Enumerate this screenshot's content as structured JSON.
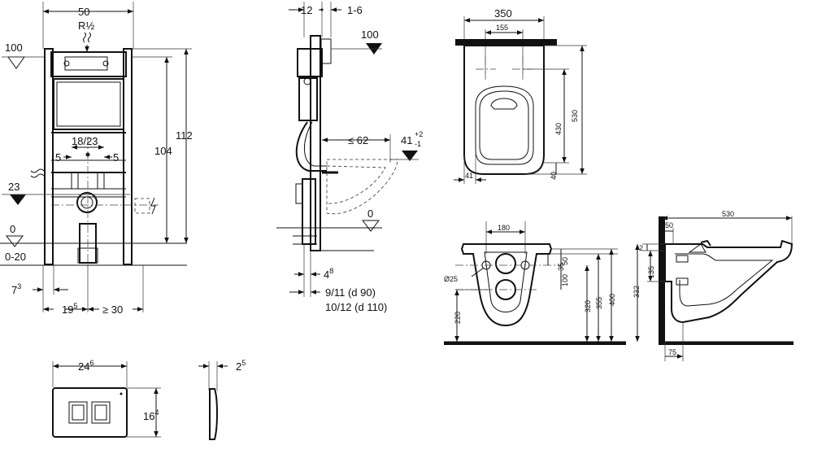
{
  "frame_front": {
    "width": "50",
    "thread": "R½",
    "level_100": "100",
    "level_0": "0",
    "level_range": "0-20",
    "level_23": "23",
    "height_total": "112",
    "height_inner": "104",
    "bolt_spacing": "18/23",
    "bolt_offset_left": "5",
    "bolt_offset_right": "5",
    "foot_offset_main": "7",
    "foot_offset_sup": "3",
    "drain_offset_main": "19",
    "drain_offset_sup": "5",
    "min_width": "≥ 30"
  },
  "frame_side": {
    "depth": "12",
    "adjust": "1-6",
    "level_100": "100",
    "reach": "≤ 62",
    "level_41_main": "41",
    "level_41_tol_plus": "+2",
    "level_41_tol_minus": "-1",
    "level_0": "0",
    "gap_main": "4",
    "gap_sup": "8",
    "pipe_a": "9/11  (d 90)",
    "pipe_b": "10/12 (d 110)"
  },
  "bowl_top": {
    "width": "350",
    "hole_spacing": "155",
    "length": "530",
    "hole_to_front": "430",
    "edge_offset": "40",
    "side_offset": "41"
  },
  "bowl_back": {
    "inlet_spacing": "180",
    "inlet_dia": "Ø25",
    "dim_35": "35",
    "dim_50": "50",
    "dim_100": "100",
    "dim_220": "220",
    "dim_320": "320",
    "dim_355": "355",
    "dim_400": "400"
  },
  "bowl_side": {
    "length": "530",
    "rear": "50",
    "small": "2",
    "dim_135": "135",
    "height": "332",
    "base": "75"
  },
  "plate": {
    "width_main": "24",
    "width_sup": "6",
    "height_main": "16",
    "height_sup": "4",
    "depth_main": "2",
    "depth_sup": "5"
  }
}
